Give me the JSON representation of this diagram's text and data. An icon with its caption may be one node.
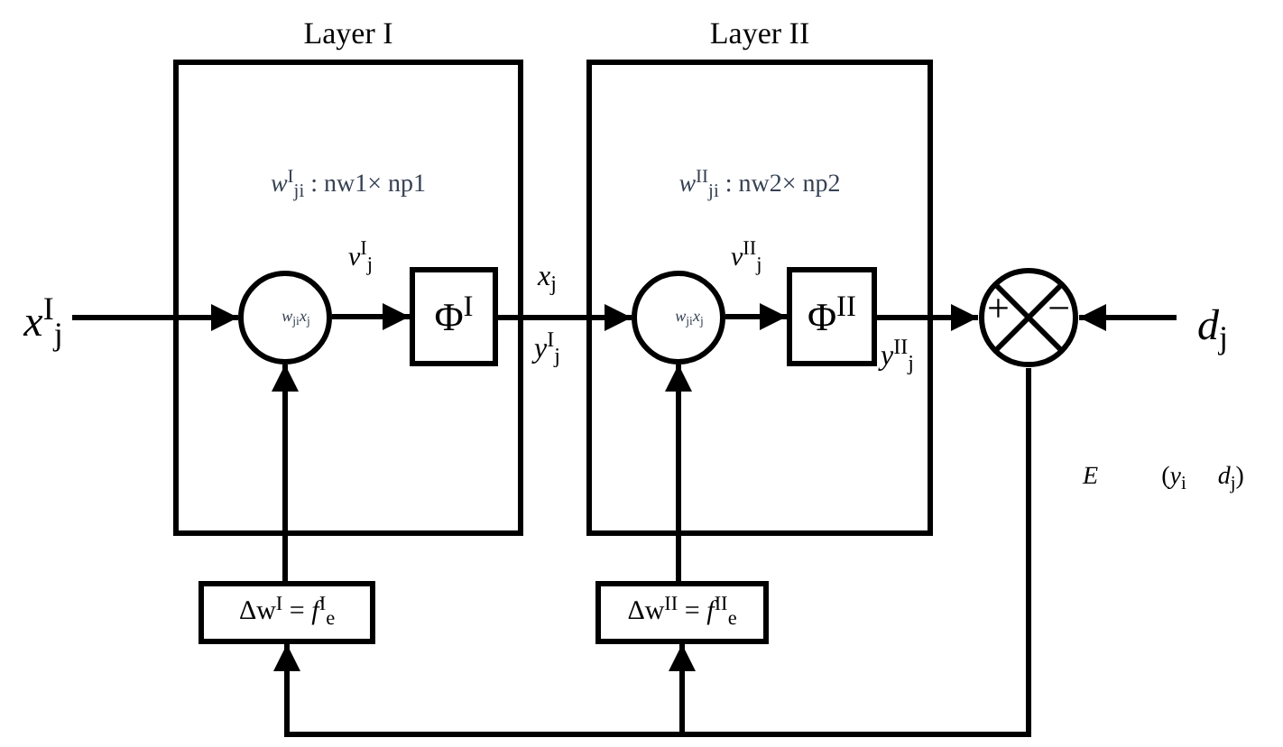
{
  "diagram": {
    "nodes": [
      {
        "text": [
          "Layer I",
          "*w*$^{I}$$_{ji}$ : nw1× np1"
        ]
      },
      {
        "text": [
          "Layer II",
          "*w*$^{II}$$_{ji}$ : nw2× np2"
        ]
      },
      {
        "text": [
          "*w*$_{ji}$*x*$_{j}$"
        ],
        "in": 0
      },
      {
        "text": [
          "Φ$^{I}$"
        ],
        "in": 0
      },
      {
        "text": [
          "*w*$_{ji}$*x*$_{j}$"
        ],
        "in": 1
      },
      {
        "text": [
          "Φ$^{II}$"
        ],
        "in": 1
      },
      {
        "text": [
          "+",
          "−"
        ]
      },
      {
        "text": [
          "*d*$_{j}$"
        ]
      },
      {
        "text": [
          "*x*$^{I}$$_{j}$"
        ]
      },
      {
        "text": [
          "Δw$^{I}$ = *f*$^{I}$$_{e}$"
        ]
      },
      {
        "text": [
          "Δw$^{II}$ = *f*$^{II}$$_{e}$"
        ]
      }
    ],
    "edges": [
      {
        "from": 8,
        "to": 2,
        "arrow": "to"
      },
      {
        "from": 2,
        "to": 3,
        "arrow": "to",
        "label": "*v*$^{I}$$_{j}$"
      },
      {
        "from": 3,
        "to": 4,
        "arrow": "to"
      },
      {
        "from": 4,
        "to": 5,
        "arrow": "to",
        "label": "*v*$^{II}$$_{j}$"
      },
      {
        "from": 5,
        "to": 6,
        "arrow": "to"
      },
      {
        "from": 7,
        "to": 6,
        "arrow": "to"
      },
      {
        "from": 9,
        "to": 2,
        "arrow": "to"
      },
      {
        "from": 10,
        "to": 4,
        "arrow": "to"
      },
      {
        "from": 6,
        "to": 9,
        "arrow": "to"
      },
      {
        "from": 6,
        "to": 10,
        "arrow": "to"
      }
    ],
    "labels": [
      "*x*$_{j}$",
      "*y*$^{I}$$_{j}$",
      "*y*$^{II}$$_{j}$",
      "*E*          (*y*$_{i}$     *d*$_{j}$)"
    ]
  }
}
